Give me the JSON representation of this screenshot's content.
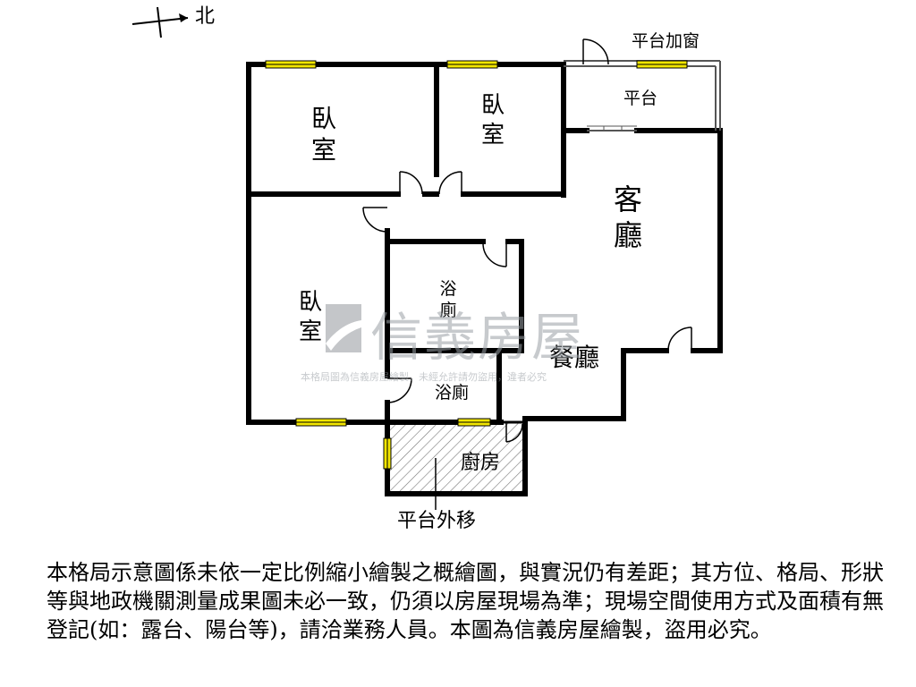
{
  "compass": {
    "north_label": "北"
  },
  "rooms": {
    "bedroom_top_left": "臥室",
    "bedroom_top_mid": "臥室",
    "bedroom_left": "臥室",
    "balcony_window": "平台加窗",
    "balcony": "平台",
    "living_room": "客廳",
    "bathroom_1": "浴廁",
    "dining_room": "餐廳",
    "bathroom_2": "浴廁",
    "kitchen": "廚房",
    "balcony_moved": "平台外移"
  },
  "watermark": {
    "brand": "信義房屋",
    "notice": "本格局圖為信義房屋繪製，未經允許請勿盜用，違者必究"
  },
  "disclaimer": "本格局示意圖係未依一定比例縮小繪製之概繪圖，與實況仍有差距；其方位、格局、形狀等與地政機關測量成果圖未必一致，仍須以房屋現場為準；現場空間使用方式及面積有無登記(如：露台、陽台等)，請洽業務人員。本圖為信義房屋繪製，盜用必究。",
  "colors": {
    "wall": "#000000",
    "window": "#f2e600",
    "hatch": "#777777",
    "watermark": "#9aa0a6"
  }
}
